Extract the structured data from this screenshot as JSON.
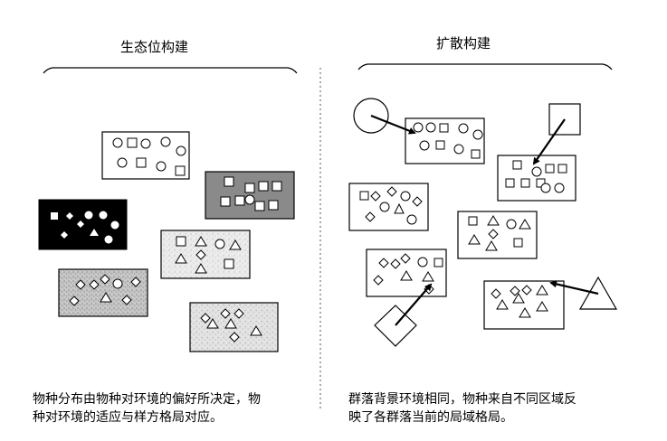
{
  "left_panel": {
    "title": "生态位构建",
    "caption_line1": "物种分布由物种对环境的偏好所决定，物",
    "caption_line2": "种对环境的适应与样方格局对应。"
  },
  "right_panel": {
    "title": "扩散构建",
    "caption_line1": "群落背景环境相同，物种来自不同区域反",
    "caption_line2": "映了各群落当前的局域格局。"
  },
  "colors": {
    "black": "#000000",
    "dark_gray": "#8a8a8a",
    "light_texture": "#e6e6e6",
    "medium_texture": "#bdbdbd",
    "white": "#ffffff"
  }
}
